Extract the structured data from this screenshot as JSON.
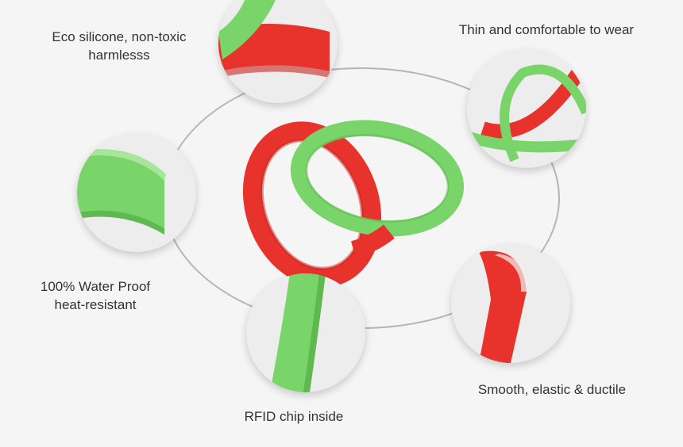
{
  "features": {
    "eco": {
      "line1": "Eco silicone, non-toxic",
      "line2": "harmlesss"
    },
    "thin": {
      "line1": "Thin and comfortable to wear"
    },
    "waterproof": {
      "line1": "100% Water Proof",
      "line2": "heat-resistant"
    },
    "smooth": {
      "line1": "Smooth, elastic & ductile"
    },
    "rfid": {
      "line1": "RFID chip inside"
    }
  },
  "colors": {
    "red": "#e8332d",
    "green": "#79d46a",
    "background": "#f5f5f5",
    "ring": "#b5b5b5"
  }
}
